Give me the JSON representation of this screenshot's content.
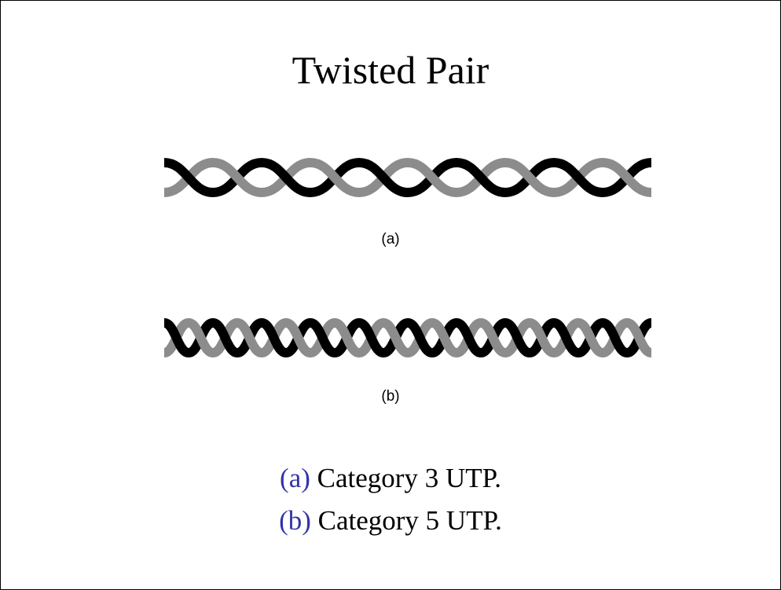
{
  "title": "Twisted Pair",
  "diagrams": [
    {
      "label": "(a)",
      "twists": 5
    },
    {
      "label": "(b)",
      "twists": 10
    }
  ],
  "captions": [
    {
      "tag": "(a)",
      "text": " Category 3 UTP."
    },
    {
      "tag": "(b)",
      "text": " Category 5 UTP."
    }
  ],
  "colors": {
    "wire_dark": "#000000",
    "wire_light": "#8c8c8c",
    "caption_tag": "#3333aa",
    "text": "#000000",
    "background": "#ffffff",
    "border": "#000000"
  }
}
